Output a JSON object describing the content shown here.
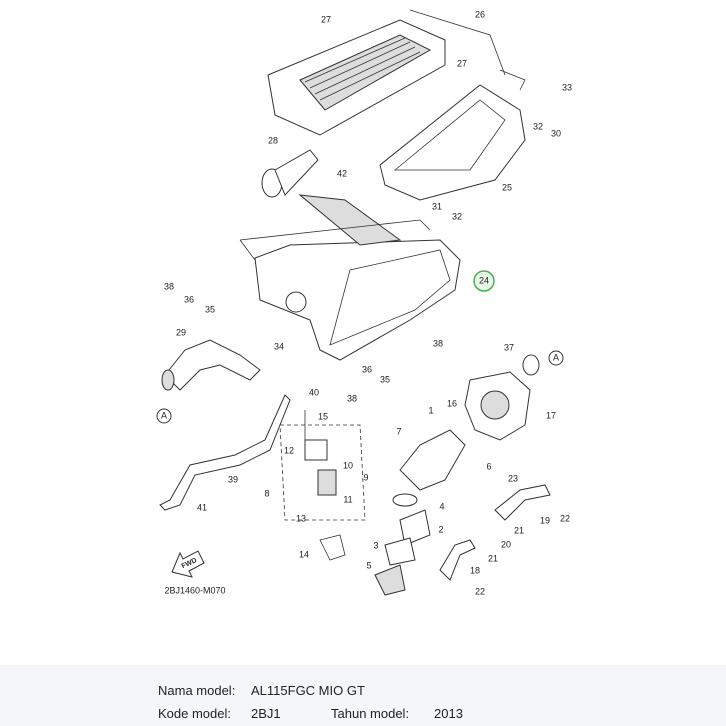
{
  "diagram": {
    "callouts": [
      "27",
      "26",
      "27",
      "33",
      "32",
      "30",
      "28",
      "42",
      "25",
      "31",
      "32",
      "24",
      "38",
      "36",
      "35",
      "29",
      "34",
      "37",
      "A",
      "38",
      "36",
      "35",
      "38",
      "40",
      "15",
      "A",
      "16",
      "1",
      "17",
      "7",
      "12",
      "10",
      "9",
      "11",
      "6",
      "23",
      "39",
      "8",
      "13",
      "4",
      "41",
      "19",
      "22",
      "2",
      "21",
      "14",
      "3",
      "20",
      "21",
      "5",
      "18",
      "22"
    ],
    "highlighted_callout": "24",
    "highlight_color": "#4caf50",
    "fwd_label": "FWD",
    "drawing_code": "2BJ1460-M070"
  },
  "info": {
    "model_name_label": "Nama model:",
    "model_name": "AL115FGC MIO GT",
    "model_code_label": "Kode model:",
    "model_code": "2BJ1",
    "year_label": "Tahun model:",
    "year": "2013"
  }
}
